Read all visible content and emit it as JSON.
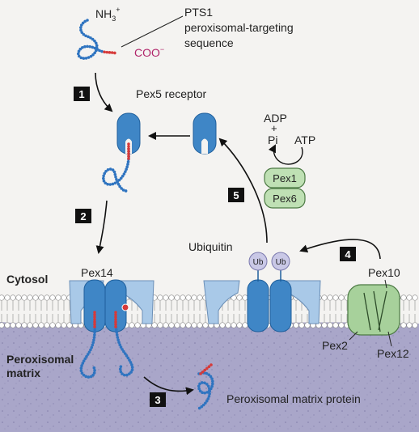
{
  "labels": {
    "nh3": "NH",
    "nh3_sub": "3",
    "nh3_sup": "+",
    "coo": "COO",
    "coo_sup": "−",
    "pts1_line1": "PTS1",
    "pts1_line2": "peroxisomal-targeting",
    "pts1_line3": "sequence",
    "pex5": "Pex5 receptor",
    "adp": "ADP",
    "plus": "+",
    "pi": "Pi",
    "atp": "ATP",
    "pex1": "Pex1",
    "pex6": "Pex6",
    "ubiquitin": "Ubiquitin",
    "ub1": "Ub",
    "ub2": "Ub",
    "pex10": "Pex10",
    "pex14": "Pex14",
    "cytosol": "Cytosol",
    "peroxisomal_matrix_1": "Peroxisomal",
    "peroxisomal_matrix_2": "matrix",
    "pex2": "Pex2",
    "pex12": "Pex12",
    "matrix_protein": "Peroxisomal matrix protein"
  },
  "steps": [
    "1",
    "2",
    "3",
    "4",
    "5"
  ],
  "colors": {
    "background": "#f4f3f1",
    "matrix": "#a9a6c9",
    "receptor": "#3f86c6",
    "receptor_light": "#bcd6ee",
    "protein_chain": "#2f74c0",
    "pts1_signal": "#d63a3a",
    "ubiquitin": "#c9c8e6",
    "pex1_pex6": "#bfe0b4",
    "pex2_10_12": "#a7d19b",
    "step_box": "#111111"
  }
}
